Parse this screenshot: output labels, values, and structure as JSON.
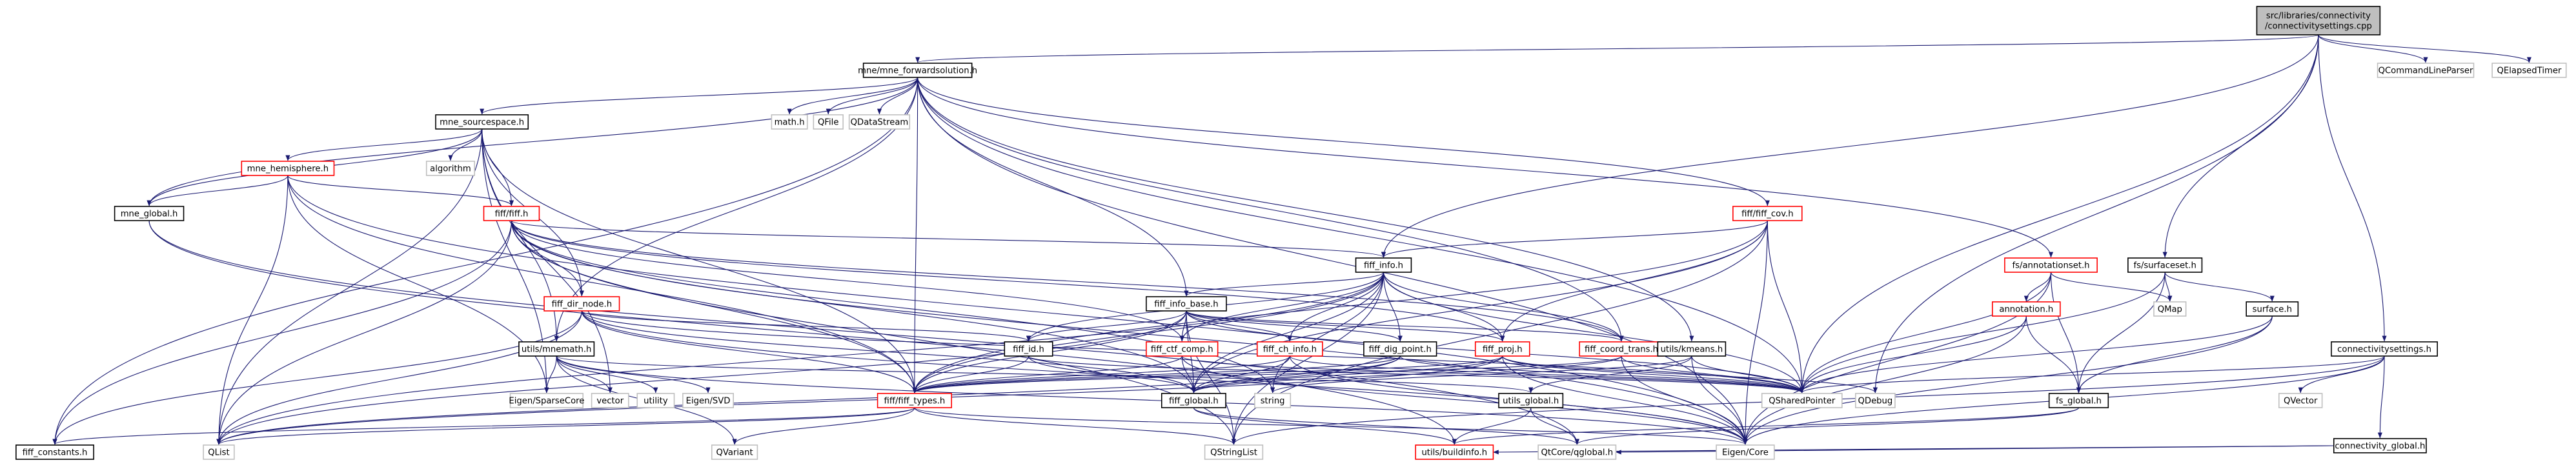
{
  "colors": {
    "edge": "#191970",
    "border_black": "#000000",
    "border_red": "#ff0000",
    "border_gray": "#bfbfbf",
    "text_gray": "#7f7f7f",
    "root_fill": "#bfbfbf",
    "node_fill": "#ffffff"
  },
  "graph": {
    "nodes": [
      {
        "id": "root",
        "lines": [
          "src/libraries/connectivity",
          "/connectivitysettings.cpp"
        ],
        "style": "root"
      },
      {
        "id": "fwd",
        "lines": [
          "mne/mne_forwardsolution.h"
        ],
        "style": "black"
      },
      {
        "id": "qclp",
        "lines": [
          "QCommandLineParser"
        ],
        "style": "gray"
      },
      {
        "id": "qet",
        "lines": [
          "QElapsedTimer"
        ],
        "style": "gray"
      },
      {
        "id": "sspace",
        "lines": [
          "mne_sourcespace.h"
        ],
        "style": "black"
      },
      {
        "id": "mathh",
        "lines": [
          "math.h"
        ],
        "style": "gray"
      },
      {
        "id": "qfile",
        "lines": [
          "QFile"
        ],
        "style": "gray"
      },
      {
        "id": "qds",
        "lines": [
          "QDataStream"
        ],
        "style": "gray"
      },
      {
        "id": "hemi",
        "lines": [
          "mne_hemisphere.h"
        ],
        "style": "red"
      },
      {
        "id": "algo",
        "lines": [
          "algorithm"
        ],
        "style": "gray"
      },
      {
        "id": "mneg",
        "lines": [
          "mne_global.h"
        ],
        "style": "black"
      },
      {
        "id": "fiffh",
        "lines": [
          "fiff/fiff.h"
        ],
        "style": "red"
      },
      {
        "id": "fiffcov",
        "lines": [
          "fiff/fiff_cov.h"
        ],
        "style": "red"
      },
      {
        "id": "fiffinfo",
        "lines": [
          "fiff_info.h"
        ],
        "style": "black"
      },
      {
        "id": "annotset",
        "lines": [
          "fs/annotationset.h"
        ],
        "style": "red"
      },
      {
        "id": "surfset",
        "lines": [
          "fs/surfaceset.h"
        ],
        "style": "black"
      },
      {
        "id": "connset",
        "lines": [
          "connectivitysettings.h"
        ],
        "style": "black"
      },
      {
        "id": "infobase",
        "lines": [
          "fiff_info_base.h"
        ],
        "style": "black"
      },
      {
        "id": "dirnode",
        "lines": [
          "fiff_dir_node.h"
        ],
        "style": "red"
      },
      {
        "id": "annoth",
        "lines": [
          "annotation.h"
        ],
        "style": "red"
      },
      {
        "id": "qmap",
        "lines": [
          "QMap"
        ],
        "style": "gray"
      },
      {
        "id": "surfh",
        "lines": [
          "surface.h"
        ],
        "style": "black"
      },
      {
        "id": "fiffid",
        "lines": [
          "fiff_id.h"
        ],
        "style": "black"
      },
      {
        "id": "ctfcomp",
        "lines": [
          "fiff_ctf_comp.h"
        ],
        "style": "red"
      },
      {
        "id": "chinfo",
        "lines": [
          "fiff_ch_info.h"
        ],
        "style": "red"
      },
      {
        "id": "digpoint",
        "lines": [
          "fiff_dig_point.h"
        ],
        "style": "black"
      },
      {
        "id": "fiffproj",
        "lines": [
          "fiff_proj.h"
        ],
        "style": "red"
      },
      {
        "id": "coordtrans",
        "lines": [
          "fiff_coord_trans.h"
        ],
        "style": "red"
      },
      {
        "id": "kmeans",
        "lines": [
          "utils/kmeans.h"
        ],
        "style": "black"
      },
      {
        "id": "mnemath",
        "lines": [
          "utils/mnemath.h"
        ],
        "style": "black"
      },
      {
        "id": "sparse",
        "lines": [
          "Eigen/SparseCore"
        ],
        "style": "gray"
      },
      {
        "id": "vector",
        "lines": [
          "vector"
        ],
        "style": "gray"
      },
      {
        "id": "utility",
        "lines": [
          "utility"
        ],
        "style": "gray"
      },
      {
        "id": "svd",
        "lines": [
          "Eigen/SVD"
        ],
        "style": "gray"
      },
      {
        "id": "fifftypes",
        "lines": [
          "fiff/fiff_types.h"
        ],
        "style": "red"
      },
      {
        "id": "stringh",
        "lines": [
          "string"
        ],
        "style": "gray"
      },
      {
        "id": "fiffglobal",
        "lines": [
          "fiff_global.h"
        ],
        "style": "black"
      },
      {
        "id": "utilsglobal",
        "lines": [
          "utils_global.h"
        ],
        "style": "black"
      },
      {
        "id": "qshared",
        "lines": [
          "QSharedPointer"
        ],
        "style": "gray"
      },
      {
        "id": "qdebug",
        "lines": [
          "QDebug"
        ],
        "style": "gray"
      },
      {
        "id": "qvector",
        "lines": [
          "QVector"
        ],
        "style": "gray"
      },
      {
        "id": "fsglobal",
        "lines": [
          "fs_global.h"
        ],
        "style": "black"
      },
      {
        "id": "connglobal",
        "lines": [
          "connectivity_global.h"
        ],
        "style": "black"
      },
      {
        "id": "fiffconst",
        "lines": [
          "fiff_constants.h"
        ],
        "style": "black"
      },
      {
        "id": "qlist",
        "lines": [
          "QList"
        ],
        "style": "gray"
      },
      {
        "id": "qvariant",
        "lines": [
          "QVariant"
        ],
        "style": "gray"
      },
      {
        "id": "qsl",
        "lines": [
          "QStringList"
        ],
        "style": "gray"
      },
      {
        "id": "buildinfo",
        "lines": [
          "utils/buildinfo.h"
        ],
        "style": "red"
      },
      {
        "id": "qtglobal",
        "lines": [
          "QtCore/qglobal.h"
        ],
        "style": "gray"
      },
      {
        "id": "eigencore",
        "lines": [
          "Eigen/Core"
        ],
        "style": "gray"
      }
    ],
    "edges": [
      [
        "root",
        "fwd"
      ],
      [
        "root",
        "qclp"
      ],
      [
        "root",
        "qet"
      ],
      [
        "root",
        "fiffinfo"
      ],
      [
        "root",
        "surfset"
      ],
      [
        "root",
        "connset"
      ],
      [
        "root",
        "qshared"
      ],
      [
        "root",
        "qdebug"
      ],
      [
        "fwd",
        "sspace"
      ],
      [
        "fwd",
        "mathh"
      ],
      [
        "fwd",
        "qfile"
      ],
      [
        "fwd",
        "qds"
      ],
      [
        "fwd",
        "mneg"
      ],
      [
        "fwd",
        "fiffcov"
      ],
      [
        "fwd",
        "infobase"
      ],
      [
        "fwd",
        "annotset"
      ],
      [
        "fwd",
        "kmeans"
      ],
      [
        "fwd",
        "coordtrans"
      ],
      [
        "fwd",
        "mnemath"
      ],
      [
        "fwd",
        "fiffconst"
      ],
      [
        "fwd",
        "qshared"
      ],
      [
        "fwd",
        "eigencore"
      ],
      [
        "fwd",
        "fifftypes"
      ],
      [
        "sspace",
        "hemi"
      ],
      [
        "sspace",
        "algo"
      ],
      [
        "sspace",
        "mneg"
      ],
      [
        "sspace",
        "fiffh"
      ],
      [
        "sspace",
        "dirnode"
      ],
      [
        "sspace",
        "mnemath"
      ],
      [
        "sspace",
        "qlist"
      ],
      [
        "sspace",
        "fifftypes"
      ],
      [
        "sspace",
        "sparse"
      ],
      [
        "sspace",
        "vector"
      ],
      [
        "hemi",
        "mneg"
      ],
      [
        "hemi",
        "fiffh"
      ],
      [
        "hemi",
        "fifftypes"
      ],
      [
        "hemi",
        "qlist"
      ],
      [
        "hemi",
        "sparse"
      ],
      [
        "hemi",
        "eigencore"
      ],
      [
        "mneg",
        "buildinfo"
      ],
      [
        "mneg",
        "qtglobal"
      ],
      [
        "fiffh",
        "fiffinfo"
      ],
      [
        "fiffh",
        "dirnode"
      ],
      [
        "fiffh",
        "fifftypes"
      ],
      [
        "fiffh",
        "fiffglobal"
      ],
      [
        "fiffh",
        "fiffconst"
      ],
      [
        "fiffh",
        "qlist"
      ],
      [
        "fiffh",
        "coordtrans"
      ],
      [
        "fiffh",
        "fiffproj"
      ],
      [
        "fiffh",
        "ctfcomp"
      ],
      [
        "fiffh",
        "stringh"
      ],
      [
        "fiffh",
        "qsl"
      ],
      [
        "fiffh",
        "eigencore"
      ],
      [
        "fiffcov",
        "fiffinfo"
      ],
      [
        "fiffcov",
        "fiffproj"
      ],
      [
        "fiffcov",
        "fifftypes"
      ],
      [
        "fiffcov",
        "fiffglobal"
      ],
      [
        "fiffcov",
        "qshared"
      ],
      [
        "fiffcov",
        "eigencore"
      ],
      [
        "fiffcov",
        "qsl"
      ],
      [
        "fiffinfo",
        "infobase"
      ],
      [
        "fiffinfo",
        "fiffid"
      ],
      [
        "fiffinfo",
        "ctfcomp"
      ],
      [
        "fiffinfo",
        "chinfo"
      ],
      [
        "fiffinfo",
        "digpoint"
      ],
      [
        "fiffinfo",
        "fiffproj"
      ],
      [
        "fiffinfo",
        "coordtrans"
      ],
      [
        "fiffinfo",
        "fifftypes"
      ],
      [
        "fiffinfo",
        "fiffglobal"
      ],
      [
        "fiffinfo",
        "qshared"
      ],
      [
        "fiffinfo",
        "qsl"
      ],
      [
        "fiffinfo",
        "qlist"
      ],
      [
        "fiffinfo",
        "stringh"
      ],
      [
        "infobase",
        "fiffid"
      ],
      [
        "infobase",
        "ctfcomp"
      ],
      [
        "infobase",
        "chinfo"
      ],
      [
        "infobase",
        "digpoint"
      ],
      [
        "infobase",
        "fiffproj"
      ],
      [
        "infobase",
        "coordtrans"
      ],
      [
        "infobase",
        "fiffglobal"
      ],
      [
        "infobase",
        "fifftypes"
      ],
      [
        "infobase",
        "qshared"
      ],
      [
        "infobase",
        "qsl"
      ],
      [
        "infobase",
        "qlist"
      ],
      [
        "dirnode",
        "fiffid"
      ],
      [
        "dirnode",
        "fifftypes"
      ],
      [
        "dirnode",
        "fiffglobal"
      ],
      [
        "dirnode",
        "qshared"
      ],
      [
        "dirnode",
        "qlist"
      ],
      [
        "dirnode",
        "fiffconst"
      ],
      [
        "dirnode",
        "eigencore"
      ],
      [
        "fiffid",
        "fifftypes"
      ],
      [
        "fiffid",
        "fiffglobal"
      ],
      [
        "fiffid",
        "qshared"
      ],
      [
        "ctfcomp",
        "fifftypes"
      ],
      [
        "ctfcomp",
        "fiffglobal"
      ],
      [
        "ctfcomp",
        "qshared"
      ],
      [
        "ctfcomp",
        "eigencore"
      ],
      [
        "chinfo",
        "fifftypes"
      ],
      [
        "chinfo",
        "fiffglobal"
      ],
      [
        "chinfo",
        "eigencore"
      ],
      [
        "chinfo",
        "qshared"
      ],
      [
        "digpoint",
        "fifftypes"
      ],
      [
        "digpoint",
        "fiffglobal"
      ],
      [
        "digpoint",
        "qshared"
      ],
      [
        "digpoint",
        "qlist"
      ],
      [
        "fiffproj",
        "fifftypes"
      ],
      [
        "fiffproj",
        "fiffglobal"
      ],
      [
        "fiffproj",
        "qshared"
      ],
      [
        "fiffproj",
        "qdebug"
      ],
      [
        "fiffproj",
        "eigencore"
      ],
      [
        "fiffproj",
        "qlist"
      ],
      [
        "coordtrans",
        "fifftypes"
      ],
      [
        "coordtrans",
        "fiffglobal"
      ],
      [
        "coordtrans",
        "qshared"
      ],
      [
        "coordtrans",
        "eigencore"
      ],
      [
        "kmeans",
        "utilsglobal"
      ],
      [
        "kmeans",
        "qshared"
      ],
      [
        "kmeans",
        "eigencore"
      ],
      [
        "kmeans",
        "stringh"
      ],
      [
        "mnemath",
        "utilsglobal"
      ],
      [
        "mnemath",
        "sparse"
      ],
      [
        "mnemath",
        "vector"
      ],
      [
        "mnemath",
        "utility"
      ],
      [
        "mnemath",
        "svd"
      ],
      [
        "mnemath",
        "qvariant"
      ],
      [
        "mnemath",
        "eigencore"
      ],
      [
        "fifftypes",
        "fiffconst"
      ],
      [
        "fifftypes",
        "qlist"
      ],
      [
        "fifftypes",
        "qvariant"
      ],
      [
        "fifftypes",
        "qsl"
      ],
      [
        "fifftypes",
        "eigencore"
      ],
      [
        "fiffglobal",
        "buildinfo"
      ],
      [
        "fiffglobal",
        "qtglobal"
      ],
      [
        "utilsglobal",
        "buildinfo"
      ],
      [
        "utilsglobal",
        "qtglobal"
      ],
      [
        "annotset",
        "annoth"
      ],
      [
        "annotset",
        "fsglobal"
      ],
      [
        "annotset",
        "qmap"
      ],
      [
        "annotset",
        "qshared"
      ],
      [
        "annotset",
        "eigencore"
      ],
      [
        "annoth",
        "fsglobal"
      ],
      [
        "annoth",
        "qshared"
      ],
      [
        "annoth",
        "eigencore"
      ],
      [
        "surfset",
        "surfh"
      ],
      [
        "surfset",
        "fsglobal"
      ],
      [
        "surfset",
        "qmap"
      ],
      [
        "surfset",
        "qshared"
      ],
      [
        "surfh",
        "fsglobal"
      ],
      [
        "surfh",
        "qshared"
      ],
      [
        "surfh",
        "eigencore"
      ],
      [
        "fsglobal",
        "buildinfo"
      ],
      [
        "fsglobal",
        "qtglobal"
      ],
      [
        "connset",
        "connglobal"
      ],
      [
        "connset",
        "qshared"
      ],
      [
        "connset",
        "qvector"
      ],
      [
        "connset",
        "eigencore"
      ],
      [
        "connset",
        "qsl"
      ],
      [
        "connglobal",
        "buildinfo"
      ],
      [
        "connglobal",
        "qtglobal"
      ]
    ]
  }
}
